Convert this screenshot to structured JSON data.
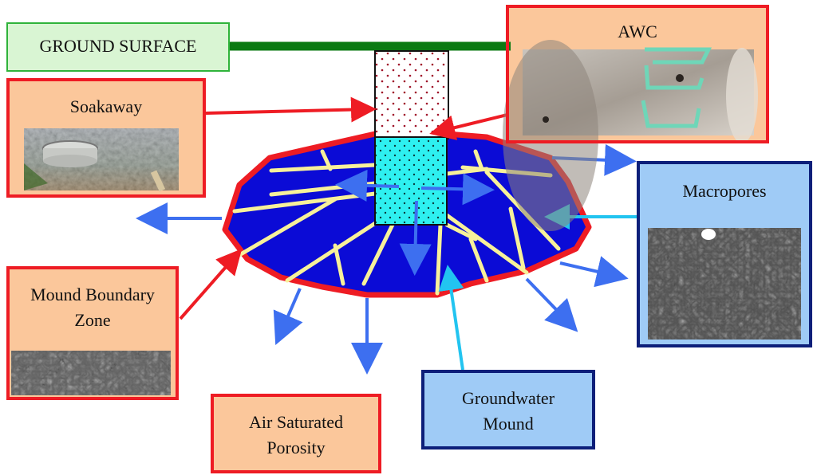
{
  "ground_surface": {
    "label": "GROUND SURFACE"
  },
  "soakaway": {
    "label": "Soakaway"
  },
  "awc": {
    "label": "AWC"
  },
  "macropores": {
    "label": "Macropores"
  },
  "mound_boundary": {
    "line1": "Mound Boundary",
    "line2": "Zone"
  },
  "groundwater_mound": {
    "line1": "Groundwater",
    "line2": "Mound"
  },
  "air_saturated": {
    "line1": "Air Saturated",
    "line2": "Porosity"
  },
  "colors": {
    "mound_fill": "#0b0bd6",
    "mound_border": "#ee1c24",
    "macropore_channels": "#f7f19a",
    "chamber_fill": "#2ef0f0",
    "surface_line": "#0b7a12",
    "flow_arrows": "#3d6ff0",
    "pointer_red": "#ee1c24",
    "pointer_cyan": "#22c4f0"
  }
}
